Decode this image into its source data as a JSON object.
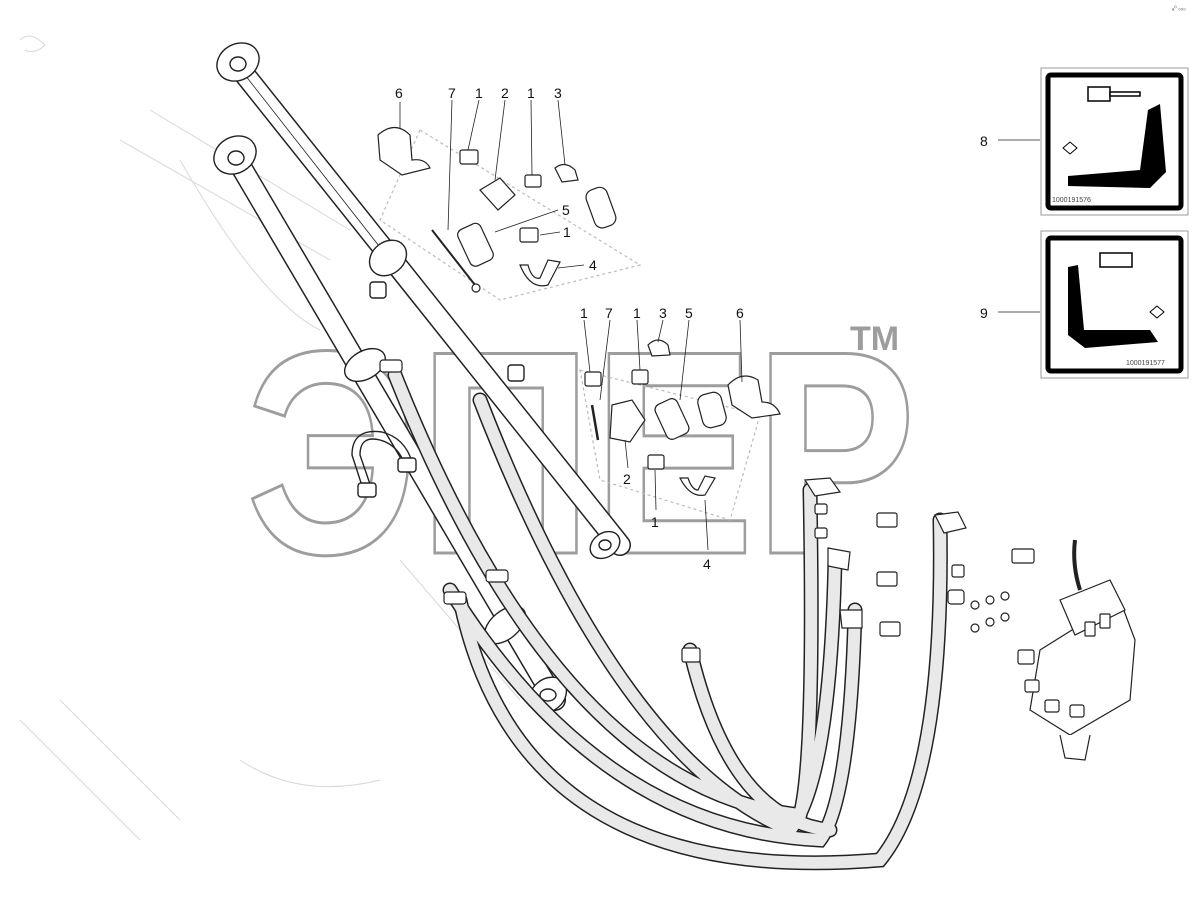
{
  "corner_mark": "ₐ⁰ ₀₀₀",
  "watermark": {
    "text": "ЭПЕР",
    "tm": "TM"
  },
  "callouts": {
    "upper": {
      "a6": "6",
      "a7": "7",
      "a1": "1",
      "a2": "2",
      "a1b": "1",
      "a3": "3",
      "a5": "5",
      "a1c": "1",
      "a4": "4"
    },
    "lower": {
      "b1": "1",
      "b7": "7",
      "b1b": "1",
      "b3": "3",
      "b5": "5",
      "b6": "6",
      "b2": "2",
      "b1c": "1",
      "b4": "4"
    },
    "decals": {
      "d8": "8",
      "d9": "9"
    }
  },
  "decal_codes": {
    "d8": "1000191576",
    "d9": "1000191577"
  }
}
